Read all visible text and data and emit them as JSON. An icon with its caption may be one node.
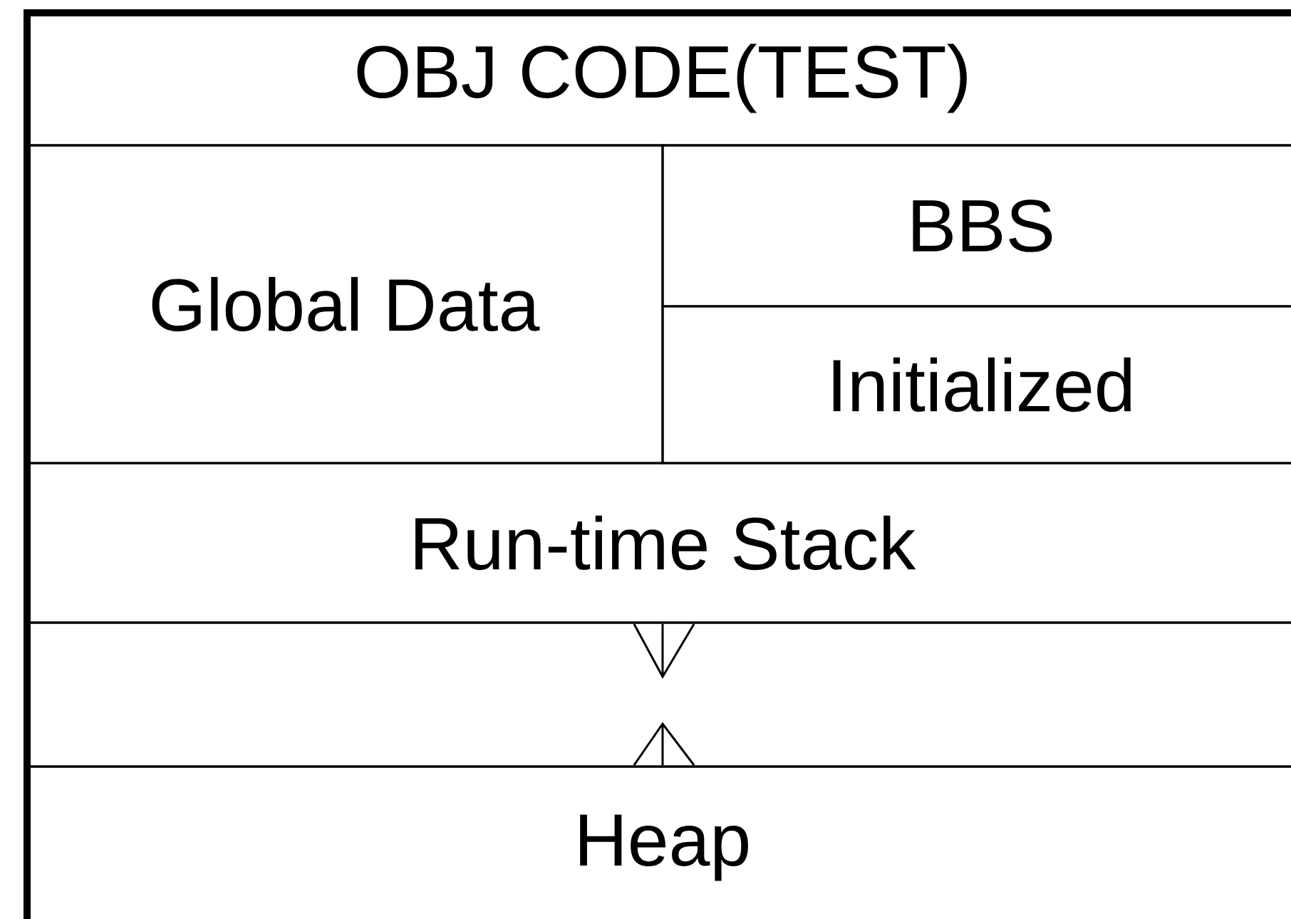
{
  "diagram": {
    "nodes": [
      {
        "text": [
          "OBJ CODE(TEST)"
        ]
      },
      {
        "text": [
          "Global Data"
        ]
      },
      {
        "text": [
          "BBS"
        ]
      },
      {
        "text": [
          "Initialized"
        ]
      },
      {
        "text": [
          "Run-time Stack"
        ]
      },
      {
        "text": [],
        "shape": "box"
      },
      {
        "text": [
          "Heap"
        ]
      }
    ]
  }
}
